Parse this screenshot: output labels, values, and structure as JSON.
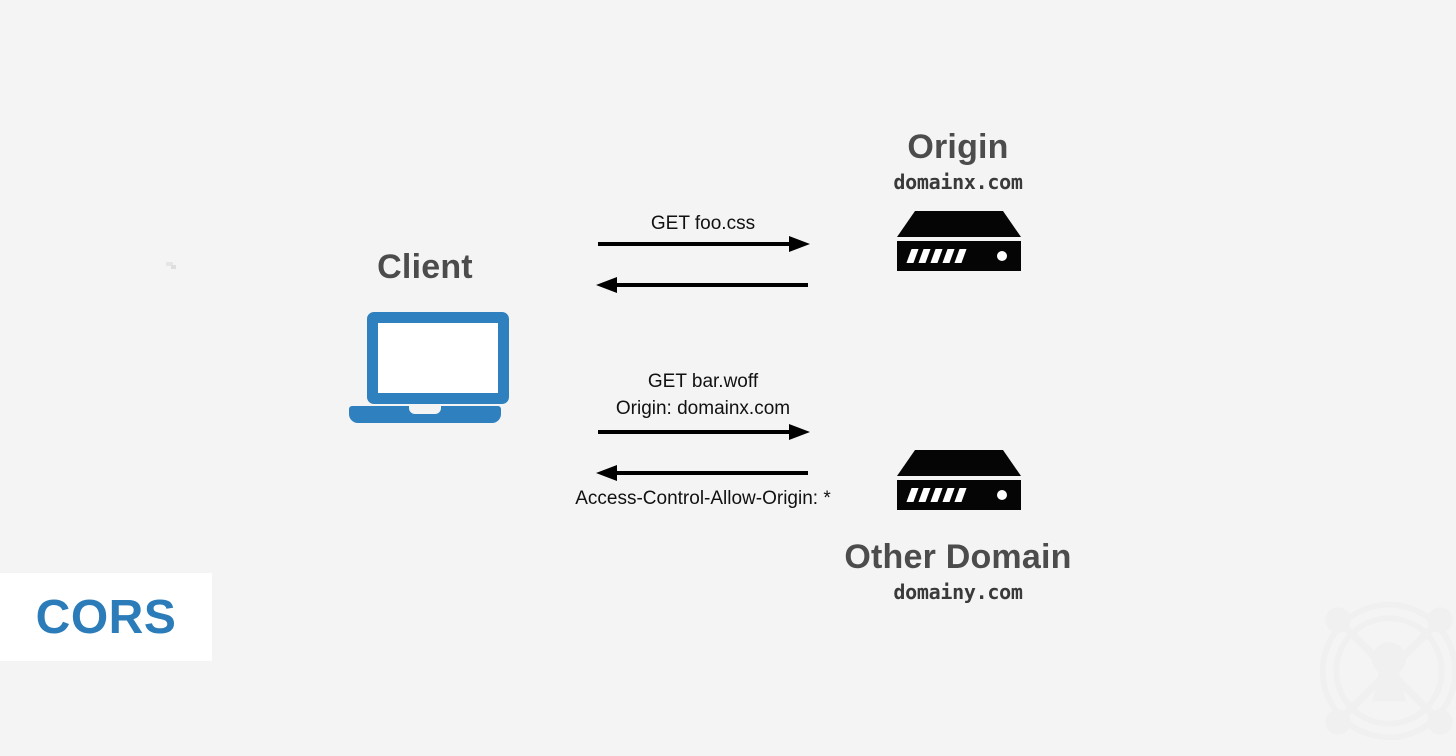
{
  "diagram": {
    "title": "CORS",
    "background_color": "#f4f4f4",
    "accent_color": "#2e80be",
    "badge": {
      "label": "CORS",
      "text_color": "#2b7cb9",
      "background_color": "#ffffff"
    },
    "nodes": [
      {
        "id": "client",
        "label": "Client",
        "icon": "laptop-icon",
        "sublabel": ""
      },
      {
        "id": "origin",
        "label": "Origin",
        "icon": "server-icon",
        "sublabel": "domainx.com"
      },
      {
        "id": "other-domain",
        "label": "Other Domain",
        "icon": "server-icon",
        "sublabel": "domainy.com"
      }
    ],
    "exchanges": [
      {
        "id": "same-origin",
        "request_label": "GET foo.css",
        "request_direction": "right",
        "response_label": "",
        "response_direction": "left"
      },
      {
        "id": "cross-origin",
        "request_label_line1": "GET bar.woff",
        "request_label_line2": "Origin: domainx.com",
        "request_direction": "right",
        "response_label": "Access-Control-Allow-Origin: *",
        "response_direction": "left"
      }
    ],
    "watermark": "wheel-keyhole-logo"
  }
}
